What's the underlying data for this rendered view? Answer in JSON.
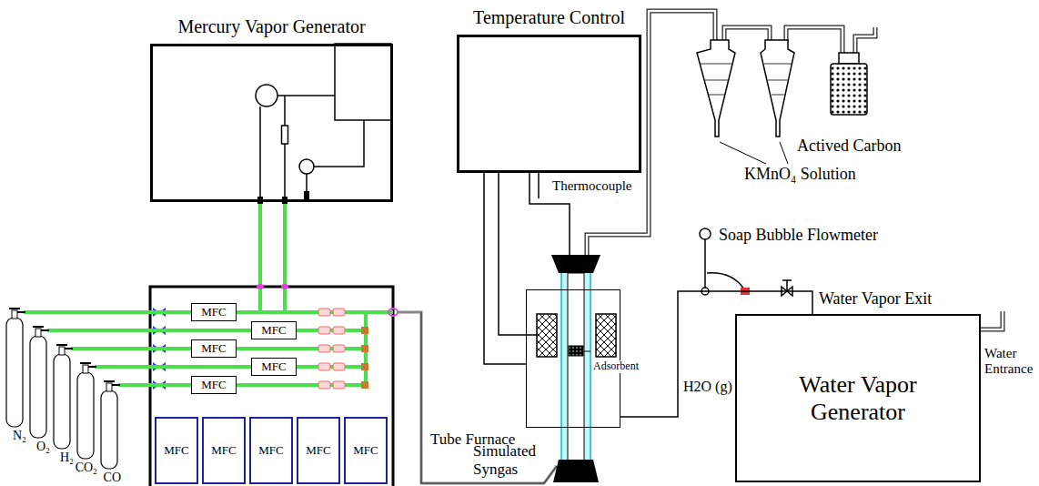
{
  "diagram": {
    "nodes": [
      {
        "text": [
          "Mercury Vapor Generator"
        ]
      },
      {
        "text": [
          "Temperature Control"
        ]
      },
      {
        "text": [
          "MFC"
        ]
      },
      {
        "text": [
          "MFC"
        ]
      },
      {
        "text": [
          "MFC"
        ]
      },
      {
        "text": [
          "MFC"
        ]
      },
      {
        "text": [
          "MFC"
        ]
      },
      {
        "text": [
          "MFC"
        ]
      },
      {
        "text": [
          "MFC"
        ]
      },
      {
        "text": [
          "MFC"
        ]
      },
      {
        "text": [
          "MFC"
        ]
      },
      {
        "text": [
          "MFC"
        ]
      },
      {
        "text": [
          "N₂"
        ]
      },
      {
        "text": [
          "O₂"
        ]
      },
      {
        "text": [
          "H₂"
        ]
      },
      {
        "text": [
          "CO₂"
        ]
      },
      {
        "text": [
          "CO"
        ]
      },
      {
        "text": [
          "Tube Furnace"
        ]
      },
      {
        "text": [
          "Water Vapor Generator"
        ]
      }
    ],
    "edges": [
      {
        "from": 12,
        "to": 2,
        "arrow": "none"
      },
      {
        "from": 13,
        "to": 3,
        "arrow": "none"
      },
      {
        "from": 14,
        "to": 4,
        "arrow": "none"
      },
      {
        "from": 15,
        "to": 5,
        "arrow": "none"
      },
      {
        "from": 16,
        "to": 6,
        "arrow": "none"
      },
      {
        "from": 1,
        "to": 17,
        "arrow": "none"
      },
      {
        "from": 18,
        "to": 17,
        "arrow": "none",
        "label": "H2O (g)"
      }
    ],
    "labels": [
      "Thermocouple",
      "KMnO₄ Solution",
      "Actived Carbon",
      "Soap Bubble Flowmeter",
      "Water Vapor Exit",
      "Water Entrance",
      "Adsorbent",
      "Simulated Syngas"
    ]
  }
}
